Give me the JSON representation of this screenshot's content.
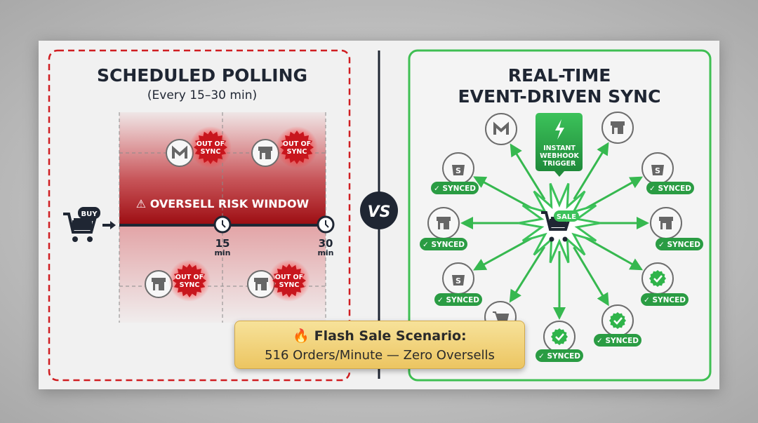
{
  "left_panel": {
    "title": "SCHEDULED POLLING",
    "subtitle": "(Every 15–30 min)",
    "buy_label": "BUY",
    "risk_label": "⚠ OVERSELL RISK WINDOW",
    "ticks": [
      {
        "value": "15",
        "unit": "min"
      },
      {
        "value": "30",
        "unit": "min"
      }
    ],
    "out_of_sync_line1": "OUT OF",
    "out_of_sync_line2": "SYNC",
    "accent_color": "#c8161d"
  },
  "divider": {
    "vs_label": "VS"
  },
  "right_panel": {
    "title_line1": "REAL-TIME",
    "title_line2": "EVENT-DRIVEN SYNC",
    "trigger_line1": "INSTANT",
    "trigger_line2": "WEBHOOK",
    "trigger_line3": "TRIGGER",
    "sale_label": "SALE",
    "synced_label": "✓ SYNCED",
    "accent_color": "#2fb44a"
  },
  "callout": {
    "icon": "fire-icon",
    "line1": "🔥 Flash Sale Scenario:",
    "line2": "516 Orders/Minute — Zero Oversells"
  }
}
